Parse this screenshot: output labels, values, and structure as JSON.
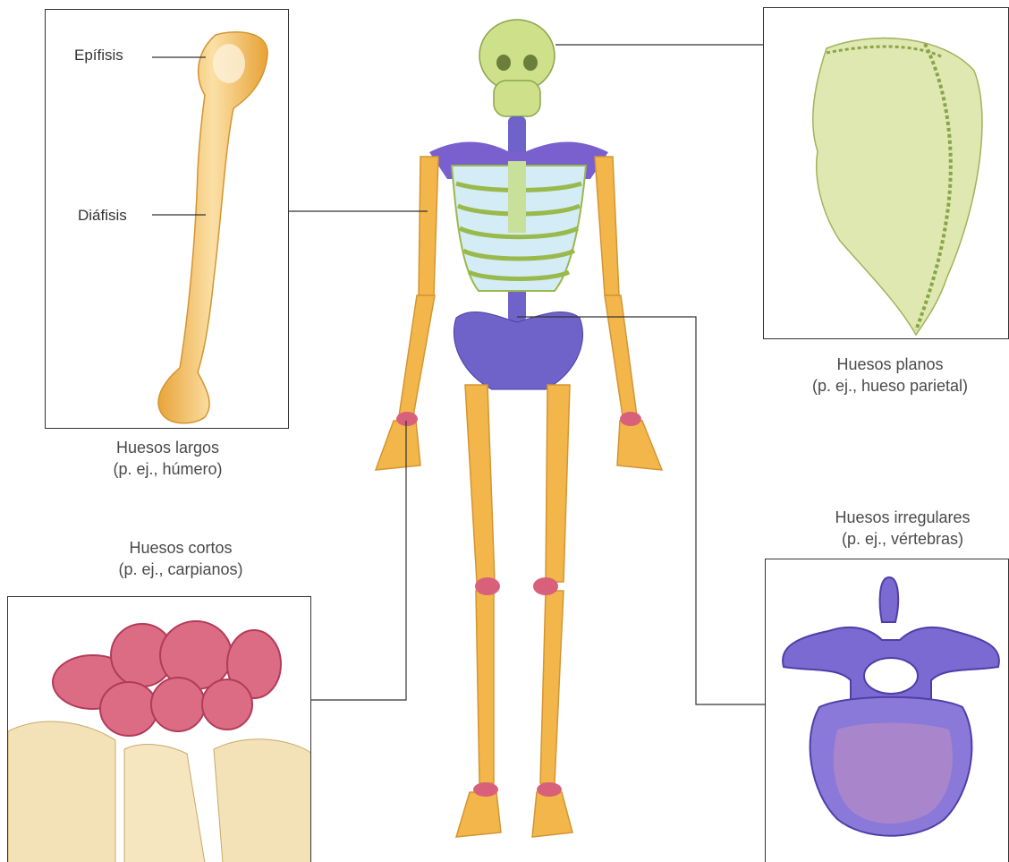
{
  "panels": {
    "long": {
      "caption_line1": "Huesos largos",
      "caption_line2": "(p. ej., húmero)",
      "epiphysis_label": "Epífisis",
      "diaphysis_label": "Diáfisis"
    },
    "flat": {
      "caption_line1": "Huesos planos",
      "caption_line2": "(p. ej., hueso parietal)"
    },
    "short": {
      "caption_line1": "Huesos cortos",
      "caption_line2": "(p. ej., carpianos)"
    },
    "irregular": {
      "caption_line1": "Huesos irregulares",
      "caption_line2": "(p. ej., vértebras)"
    }
  },
  "colors": {
    "long_bone": "#f2b64a",
    "flat_bone": "#cfe08a",
    "short_bone": "#d9607a",
    "irregular_bone": "#6f62c9",
    "cartilage": "#bfe0ee"
  }
}
